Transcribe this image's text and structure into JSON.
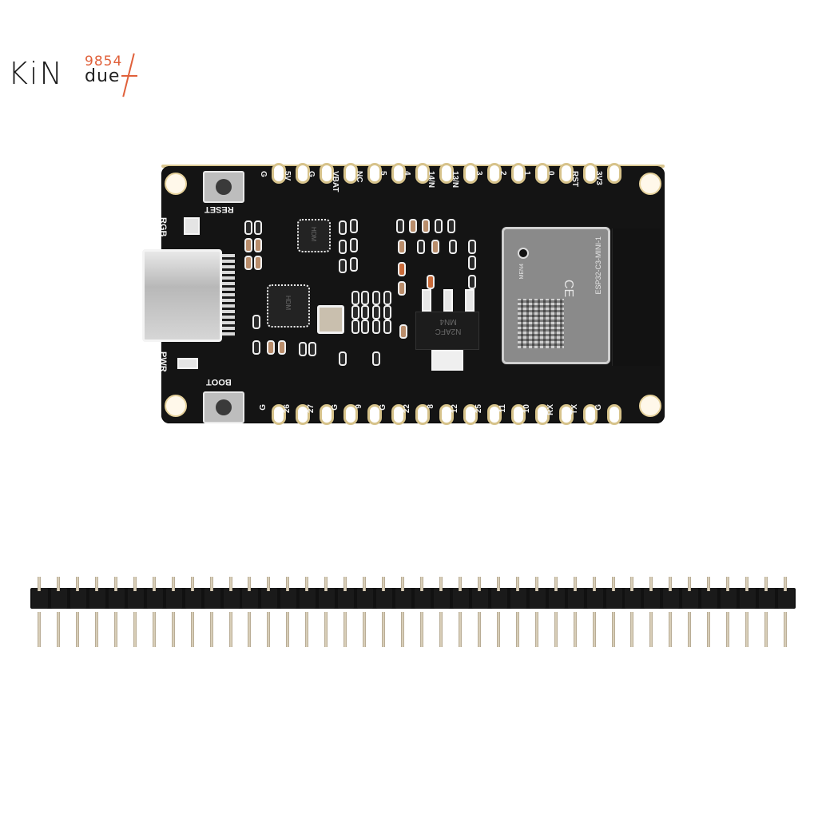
{
  "logo": {
    "brand_main": "KiN",
    "brand_number": "9854",
    "brand_sub": "due",
    "accent_color": "#e0603a"
  },
  "board": {
    "color": "#141414",
    "top_pins": [
      "G",
      "5V",
      "G",
      "VBAT",
      "NC",
      "5",
      "4",
      "14/N",
      "13/N",
      "3",
      "2",
      "1",
      "0",
      "RST",
      "3V3"
    ],
    "bottom_pins": [
      "G",
      "26",
      "27",
      "G",
      "9",
      "G",
      "22",
      "8",
      "12",
      "25",
      "11",
      "10",
      "RX",
      "TX",
      "G"
    ],
    "silkscreen": {
      "reset": "RESET",
      "boot": "BOOT",
      "rgb": "RGB",
      "pwr": "PWR"
    },
    "chips": {
      "chip_small": "HDM",
      "chip_large": "HDM",
      "regulator_line1": "N2AFC",
      "regulator_line2": "MN4"
    },
    "module": {
      "title": "ESP32-C3-MINI-1",
      "side_text": "MEN4",
      "cert_mark": "CE"
    }
  },
  "header_strip": {
    "pin_count": 40,
    "body_color": "#111111",
    "pin_color": "#d6cbb4"
  }
}
